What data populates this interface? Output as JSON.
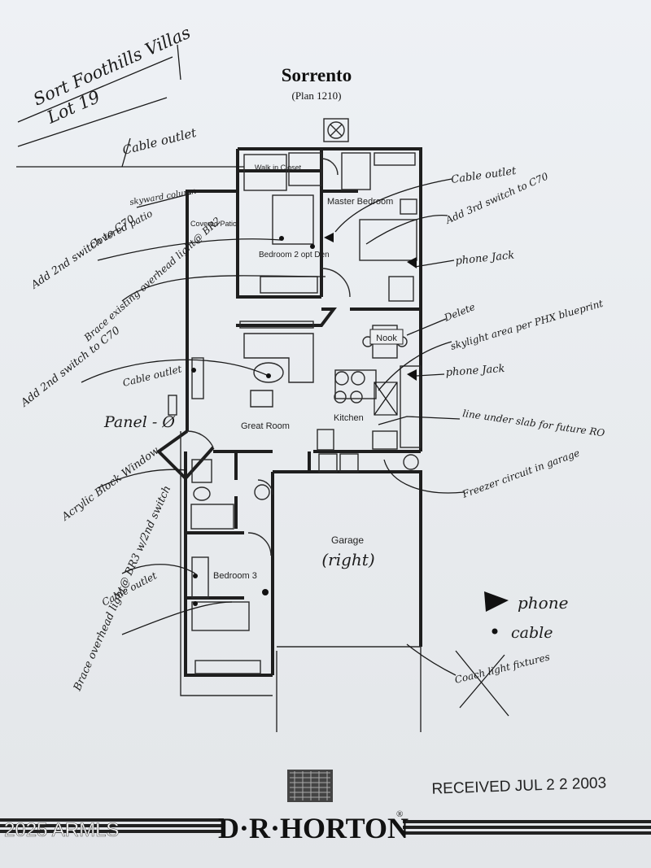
{
  "header": {
    "title": "Sorrento",
    "plan": "(Plan 1210)"
  },
  "handwritten": {
    "lot_line1": "Sort Foothills Villas",
    "lot_line2": "Lot 19",
    "cable_outlet_top": "Cable outlet",
    "skyward_column": "skyward column",
    "covered_patio_note": "Covered patio",
    "add_switch_left": "Add 2nd switch to C70",
    "brace_existing": "Brace existing overhead light@ BR2",
    "add_switch_great": "Add 2nd switch to C70",
    "cable_outlet_great": "Cable outlet",
    "panel": "Panel - Ø",
    "acrylic_block": "Acrylic Block Window",
    "cable_outlet_br3": "Cable outlet",
    "brace_overhead": "Brace overhead light@ BR3 w/2nd switch",
    "cable_outlet_master": "Cable outlet",
    "add_switch_master": "Add 3rd switch to C70",
    "phone_jack_master": "phone Jack",
    "delete": "Delete",
    "skylight": "skylight area per PHX blueprint",
    "phone_jack_kitchen": "phone Jack",
    "line_under_slab": "line under slab for future RO",
    "freezer": "Freezer circuit in garage",
    "coach_light": "Coach light fixtures",
    "legend_phone": "phone",
    "legend_cable": "cable"
  },
  "rooms": {
    "walk_in_closet": "Walk in Closet",
    "master_bedroom": "Master Bedroom",
    "covered_patio": "Covered Patio",
    "bedroom2": "Bedroom 2 opt Den",
    "nook": "Nook",
    "great_room": "Great Room",
    "kitchen": "Kitchen",
    "garage": "Garage",
    "garage_hand": "(right)",
    "bedroom3": "Bedroom 3"
  },
  "footer": {
    "received": "RECEIVED JUL 2 2 2003",
    "brand": "D·R·HORTON",
    "registered": "®",
    "watermark": "2025 ARMLS"
  },
  "colors": {
    "paper": "#eceff2",
    "ink": "#1a1a1a",
    "background": "#8a8f95"
  }
}
